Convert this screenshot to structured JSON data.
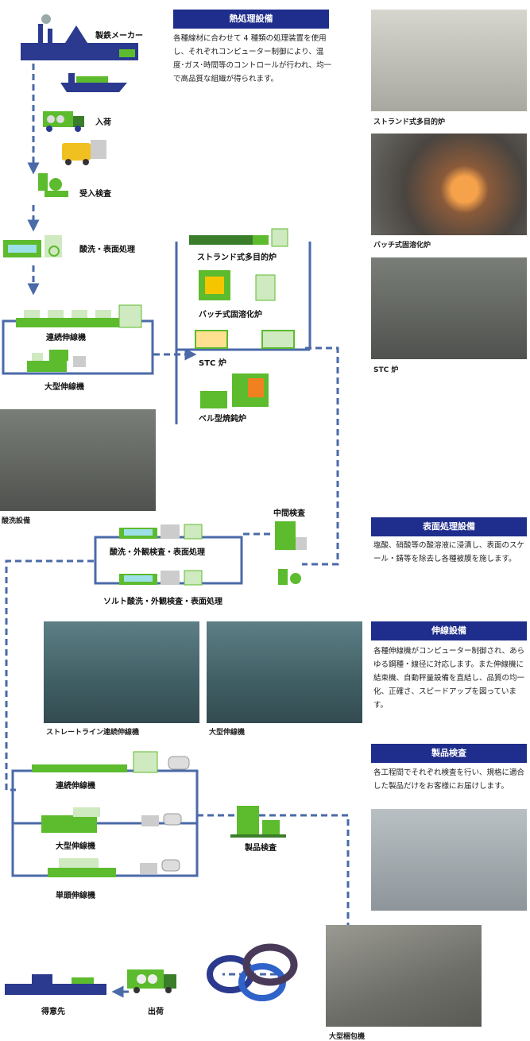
{
  "flow": {
    "steelmaker": "製鉄メーカー",
    "arrival": "入荷",
    "inspection_in": "受入検査",
    "pickling": "酸洗・表面処理",
    "continuous_drawing": "連続伸線機",
    "large_drawing": "大型伸線機",
    "strand_furnace": "ストランド式多目的炉",
    "batch_furnace": "バッチ式固溶化炉",
    "stc_furnace": "STC 炉",
    "bell_furnace": "ベル型焼鈍炉",
    "mid_inspection": "中間検査",
    "pickling_visual": "酸洗・外観検査・表面処理",
    "salt_pickling": "ソルト酸洗・外観検査・表面処理",
    "continuous_drawing_2": "連続伸線機",
    "large_drawing_2": "大型伸線機",
    "single_drawing": "単頭伸線機",
    "product_inspection": "製品検査",
    "shipping": "出荷",
    "customer": "得意先"
  },
  "sections": {
    "heat": {
      "title": "熱処理設備",
      "text": "各種線材に合わせて 4 種類の処理装置を使用し、それぞれコンピューター制御により、温度･ガス･時間等のコントロールが行われ、均一で高品質な組織が得られます。"
    },
    "surface": {
      "title": "表面処理設備",
      "text": "塩酸、硝酸等の酸溶液に浸漬し、表面のスケール・錆等を除去し各種被膜を施します。"
    },
    "drawing": {
      "title": "伸線設備",
      "text": "各種伸線機がコンピューター制御され、あらゆる鋼種・線径に対応します。また伸線機に結束機、自動秤量設備を直結し、品質の均一化、正確さ、スピードアップを図っています。"
    },
    "product": {
      "title": "製品検査",
      "text": "各工程間でそれぞれ検査を行い、規格に適合した製品だけをお客様にお届けします。"
    }
  },
  "photos": {
    "strand": "ストランド式多目的炉",
    "batch": "バッチ式固溶化炉",
    "stc": "STC 炉",
    "pickling": "酸洗設備",
    "straight": "ストレートライン連続伸線機",
    "large": "大型伸線機",
    "packing": "大型梱包機"
  },
  "colors": {
    "green": "#5dbb2e",
    "dash": "#4a6aa8",
    "navy": "#1f2e8c"
  }
}
